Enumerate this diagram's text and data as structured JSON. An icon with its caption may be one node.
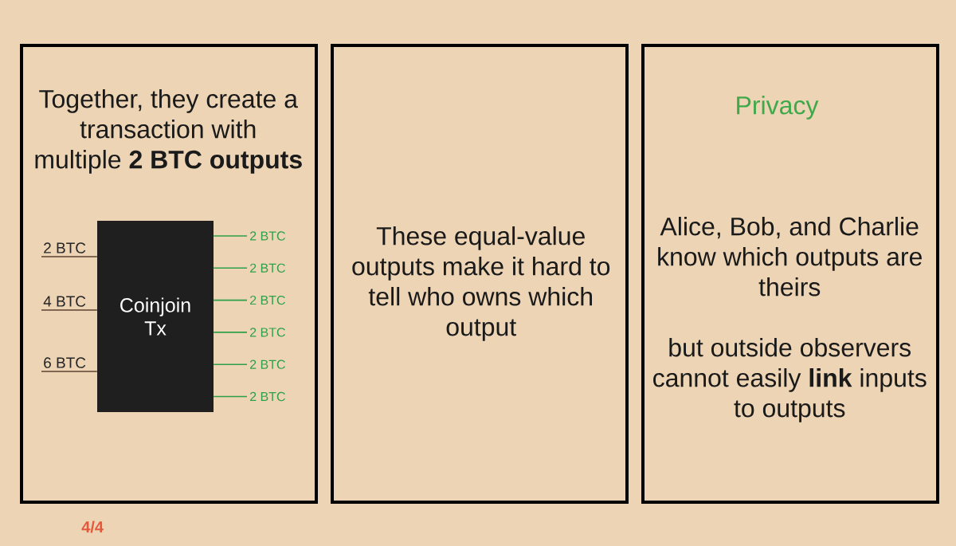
{
  "diagram": {
    "nodes": [
      {
        "text": [
          "Together, they create a transaction with multiple **2 BTC outputs**"
        ]
      },
      {
        "text": [
          "Coinjoin Tx"
        ],
        "in": 0
      },
      {
        "text": [
          "2 BTC"
        ],
        "in": 0
      },
      {
        "text": [
          "4 BTC"
        ],
        "in": 0
      },
      {
        "text": [
          "6 BTC"
        ],
        "in": 0
      },
      {
        "text": [
          "2 BTC"
        ],
        "in": 0
      },
      {
        "text": [
          "2 BTC"
        ],
        "in": 0
      },
      {
        "text": [
          "2 BTC"
        ],
        "in": 0
      },
      {
        "text": [
          "2 BTC"
        ],
        "in": 0
      },
      {
        "text": [
          "2 BTC"
        ],
        "in": 0
      },
      {
        "text": [
          "2 BTC"
        ],
        "in": 0
      },
      {
        "text": [
          "These equal-value outputs make it hard to tell who owns which output"
        ]
      },
      {
        "text": [
          "Privacy",
          "Alice, Bob, and Charlie know which outputs are theirs",
          "but outside observers cannot easily **link** inputs to outputs"
        ]
      }
    ],
    "edges": [
      {
        "from": 2,
        "to": 1,
        "arrow": "none",
        "color": "#5c4330"
      },
      {
        "from": 3,
        "to": 1,
        "arrow": "none",
        "color": "#5c4330"
      },
      {
        "from": 4,
        "to": 1,
        "arrow": "none",
        "color": "#5c4330"
      },
      {
        "from": 1,
        "to": 5,
        "arrow": "none"
      },
      {
        "from": 1,
        "to": 6,
        "arrow": "none"
      },
      {
        "from": 1,
        "to": 7,
        "arrow": "none"
      },
      {
        "from": 1,
        "to": 8,
        "arrow": "none"
      },
      {
        "from": 1,
        "to": 9,
        "arrow": "none"
      },
      {
        "from": 1,
        "to": 10,
        "arrow": "none"
      }
    ],
    "labels": [
      "4/4"
    ]
  }
}
